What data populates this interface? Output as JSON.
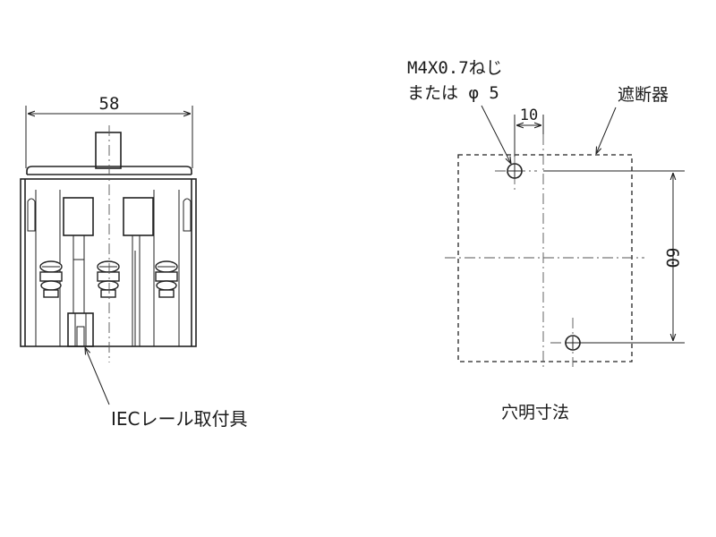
{
  "left_view": {
    "width_dimension": "58",
    "rail_label": "IECレール取付具"
  },
  "right_view": {
    "screw_label_line1": "M4X0.7ねじ",
    "screw_label_line2": "または φ 5",
    "breaker_label": "遮断器",
    "offset_dimension": "10",
    "height_dimension": "60",
    "caption": "穴明寸法"
  }
}
